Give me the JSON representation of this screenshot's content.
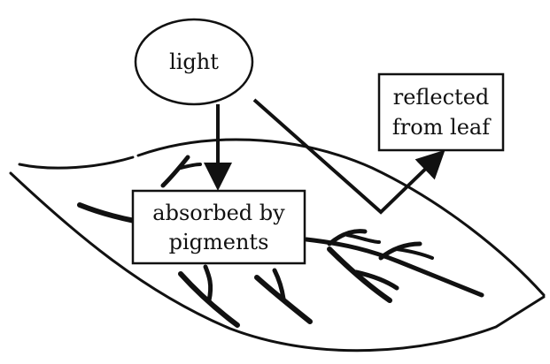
{
  "nodes": {
    "light": {
      "label": "light"
    },
    "absorbed": {
      "line1": "absorbed by",
      "line2": "pigments"
    },
    "reflected": {
      "line1": "reflected",
      "line2": "from leaf"
    }
  },
  "colors": {
    "stroke": "#111111",
    "background": "#ffffff"
  }
}
